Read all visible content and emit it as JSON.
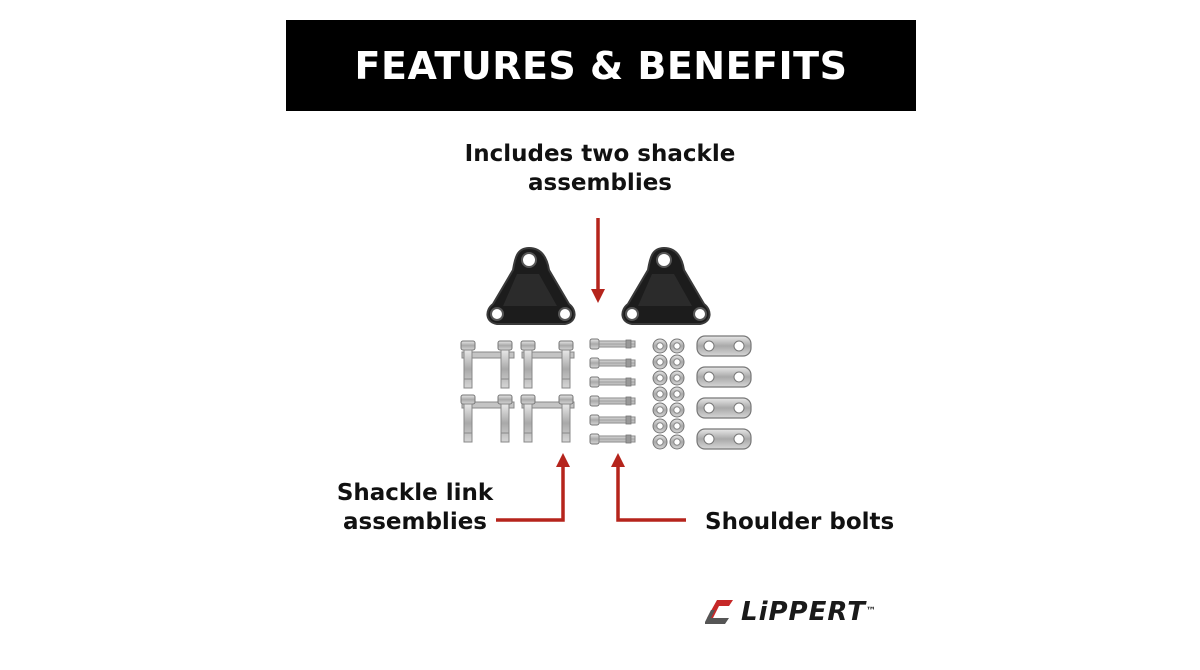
{
  "banner": {
    "title": "FEATURES & BENEFITS"
  },
  "callouts": {
    "top": {
      "line1": "Includes two shackle",
      "line2": "assemblies"
    },
    "left": {
      "line1": "Shackle link",
      "line2": "assemblies"
    },
    "right": {
      "text": "Shoulder bolts"
    }
  },
  "logo": {
    "text": "LiPPERT",
    "tm": "™"
  },
  "colors": {
    "banner_bg": "#000000",
    "banner_text": "#ffffff",
    "arrow": "#b5241c",
    "text": "#111111"
  },
  "icons": [
    "shackle-bracket-icon",
    "shackle-link-bolt-icon",
    "shoulder-bolt-icon",
    "nut-icon",
    "link-plate-icon",
    "lippert-logo-icon"
  ]
}
